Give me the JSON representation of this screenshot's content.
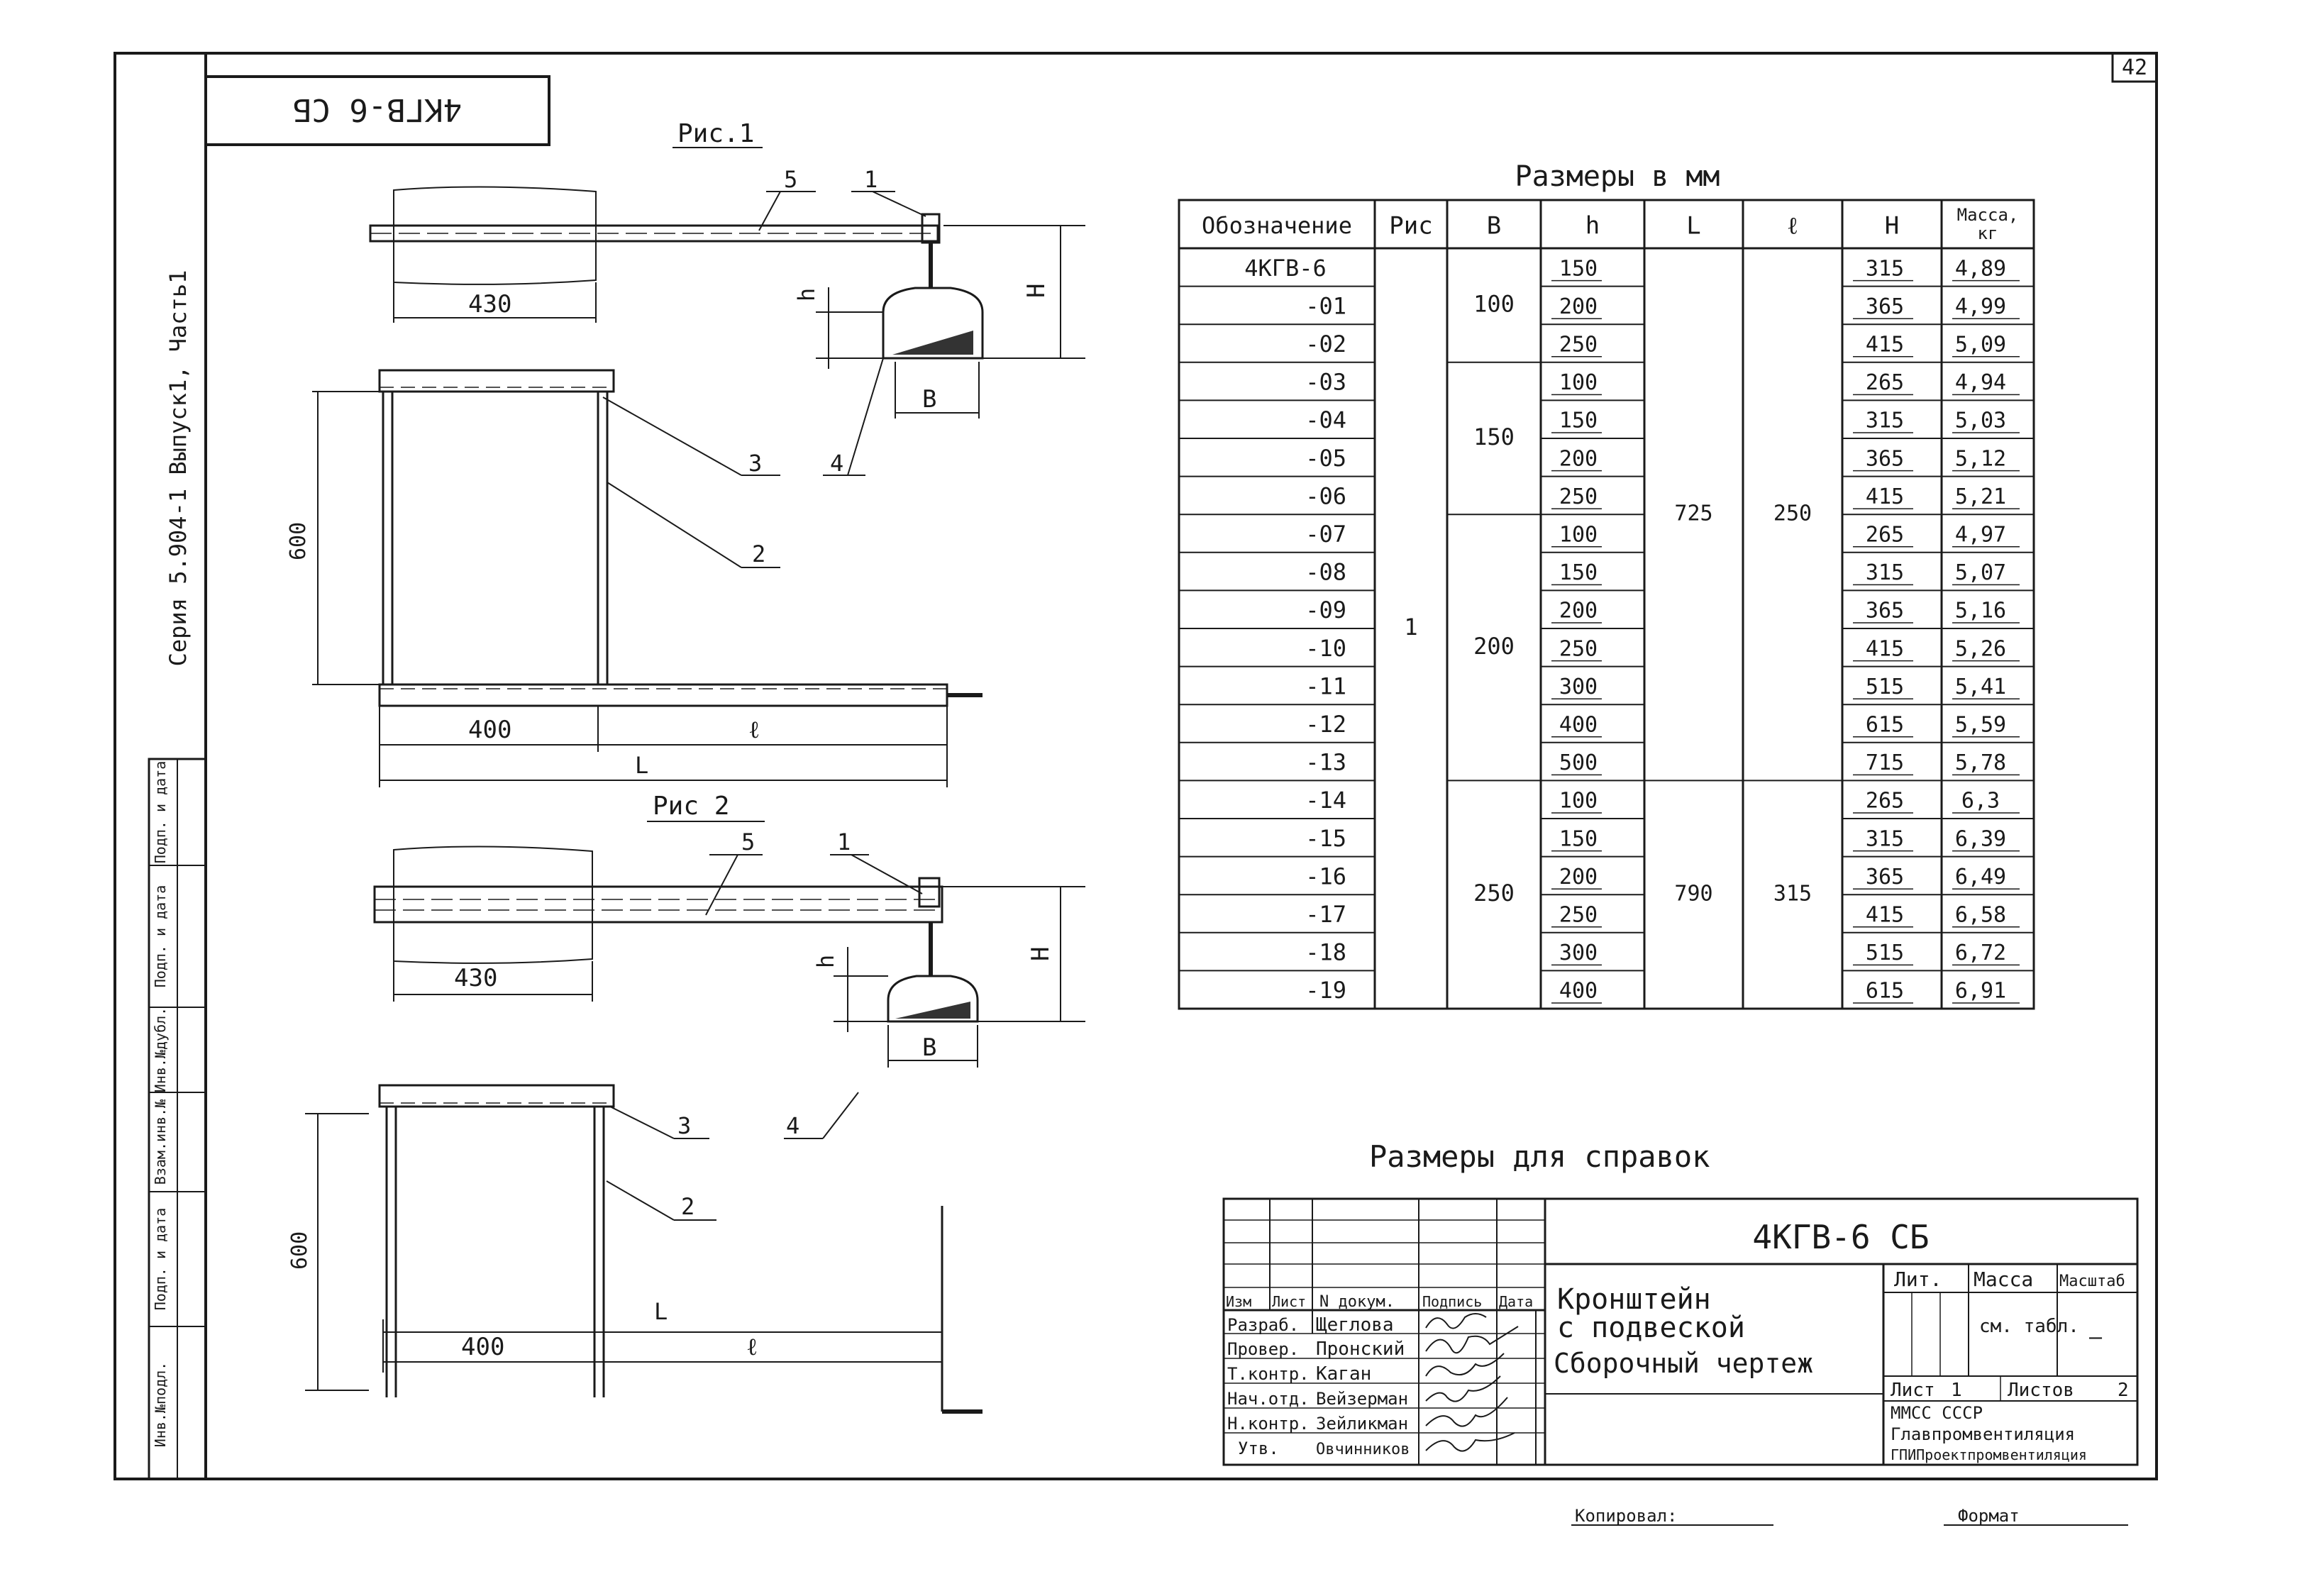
{
  "sheet": {
    "number": "42",
    "stamp_rotated": "4КГВ-6 СБ"
  },
  "side_label": "Серия 5.904-1  Выпуск1,  Часть1",
  "left_strip": [
    "Инв.№подл.",
    "Подп. и дата",
    "Взам.инв.№",
    "Инв.№дубл.",
    "Подп. и дата"
  ],
  "fig1": {
    "title": "Рис.1",
    "dim_430": "430",
    "dim_600": "600",
    "dim_400": "400",
    "dim_l": "ℓ",
    "dim_L": "L",
    "dim_h": "h",
    "dim_H": "H",
    "dim_B": "В",
    "labels": [
      "5",
      "1",
      "3",
      "4",
      "2"
    ]
  },
  "fig2": {
    "title": "Рис 2",
    "dim_430": "430",
    "dim_600": "600",
    "dim_400": "400",
    "dim_l": "ℓ",
    "dim_L": "L",
    "dim_h": "h",
    "dim_H": "H",
    "dim_B": "В",
    "labels": [
      "5",
      "1",
      "3",
      "4",
      "2"
    ]
  },
  "table": {
    "caption": "Размеры в мм",
    "headers": [
      "Обозначение",
      "Рис",
      "В",
      "h",
      "L",
      "ℓ",
      "Н",
      "Масса, кг"
    ],
    "rows": [
      [
        "4КГВ-6",
        "150",
        "315",
        "4,89"
      ],
      [
        "-01",
        "200",
        "365",
        "4,99"
      ],
      [
        "-02",
        "250",
        "415",
        "5,09"
      ],
      [
        "-03",
        "100",
        "265",
        "4,94"
      ],
      [
        "-04",
        "150",
        "315",
        "5,03"
      ],
      [
        "-05",
        "200",
        "365",
        "5,12"
      ],
      [
        "-06",
        "250",
        "415",
        "5,21"
      ],
      [
        "-07",
        "100",
        "265",
        "4,97"
      ],
      [
        "-08",
        "150",
        "315",
        "5,07"
      ],
      [
        "-09",
        "200",
        "365",
        "5,16"
      ],
      [
        "-10",
        "250",
        "415",
        "5,26"
      ],
      [
        "-11",
        "300",
        "515",
        "5,41"
      ],
      [
        "-12",
        "400",
        "615",
        "5,59"
      ],
      [
        "-13",
        "500",
        "715",
        "5,78"
      ],
      [
        "-14",
        "100",
        "265",
        "6,3"
      ],
      [
        "-15",
        "150",
        "315",
        "6,39"
      ],
      [
        "-16",
        "200",
        "365",
        "6,49"
      ],
      [
        "-17",
        "250",
        "415",
        "6,58"
      ],
      [
        "-18",
        "300",
        "515",
        "6,72"
      ],
      [
        "-19",
        "400",
        "615",
        "6,91"
      ]
    ],
    "fig_value": "1",
    "B_groups": [
      "100",
      "150",
      "200",
      "250"
    ],
    "L_groups": [
      "725",
      "790"
    ],
    "l_groups": [
      "250",
      "315"
    ]
  },
  "reference_note": "Размеры  для  справок",
  "title_block": {
    "designation": "4КГВ-6  СБ",
    "name_line1": "Кронштейн",
    "name_line2": "с подвеской",
    "name_line3": "Сборочный чертеж",
    "col_heads": [
      "Изм",
      "Лист",
      "N докум.",
      "Подпись",
      "Дата"
    ],
    "roles": [
      "Разраб.",
      "Провер.",
      "Т.контр.",
      "Нач.отд.",
      "Н.контр.",
      "Утв."
    ],
    "people": [
      "Щеглова",
      "Пронский",
      "Каган",
      "Вейзерман",
      "Зейликман",
      "Овчинников"
    ],
    "lit_head": "Лит.",
    "mass_head": "Масса",
    "scale_head": "Масштаб",
    "mass_value": "см. табл.",
    "scale_value": "–",
    "sheet_label": "Лист",
    "sheet_value": "1",
    "sheets_label": "Листов",
    "sheets_value": "2",
    "org1": "ММСС     СССР",
    "org2": "Главпромвентиляция",
    "org3": "ГПИПроектпромвентиляция",
    "copied": "Копировал:",
    "format": "Формат"
  }
}
